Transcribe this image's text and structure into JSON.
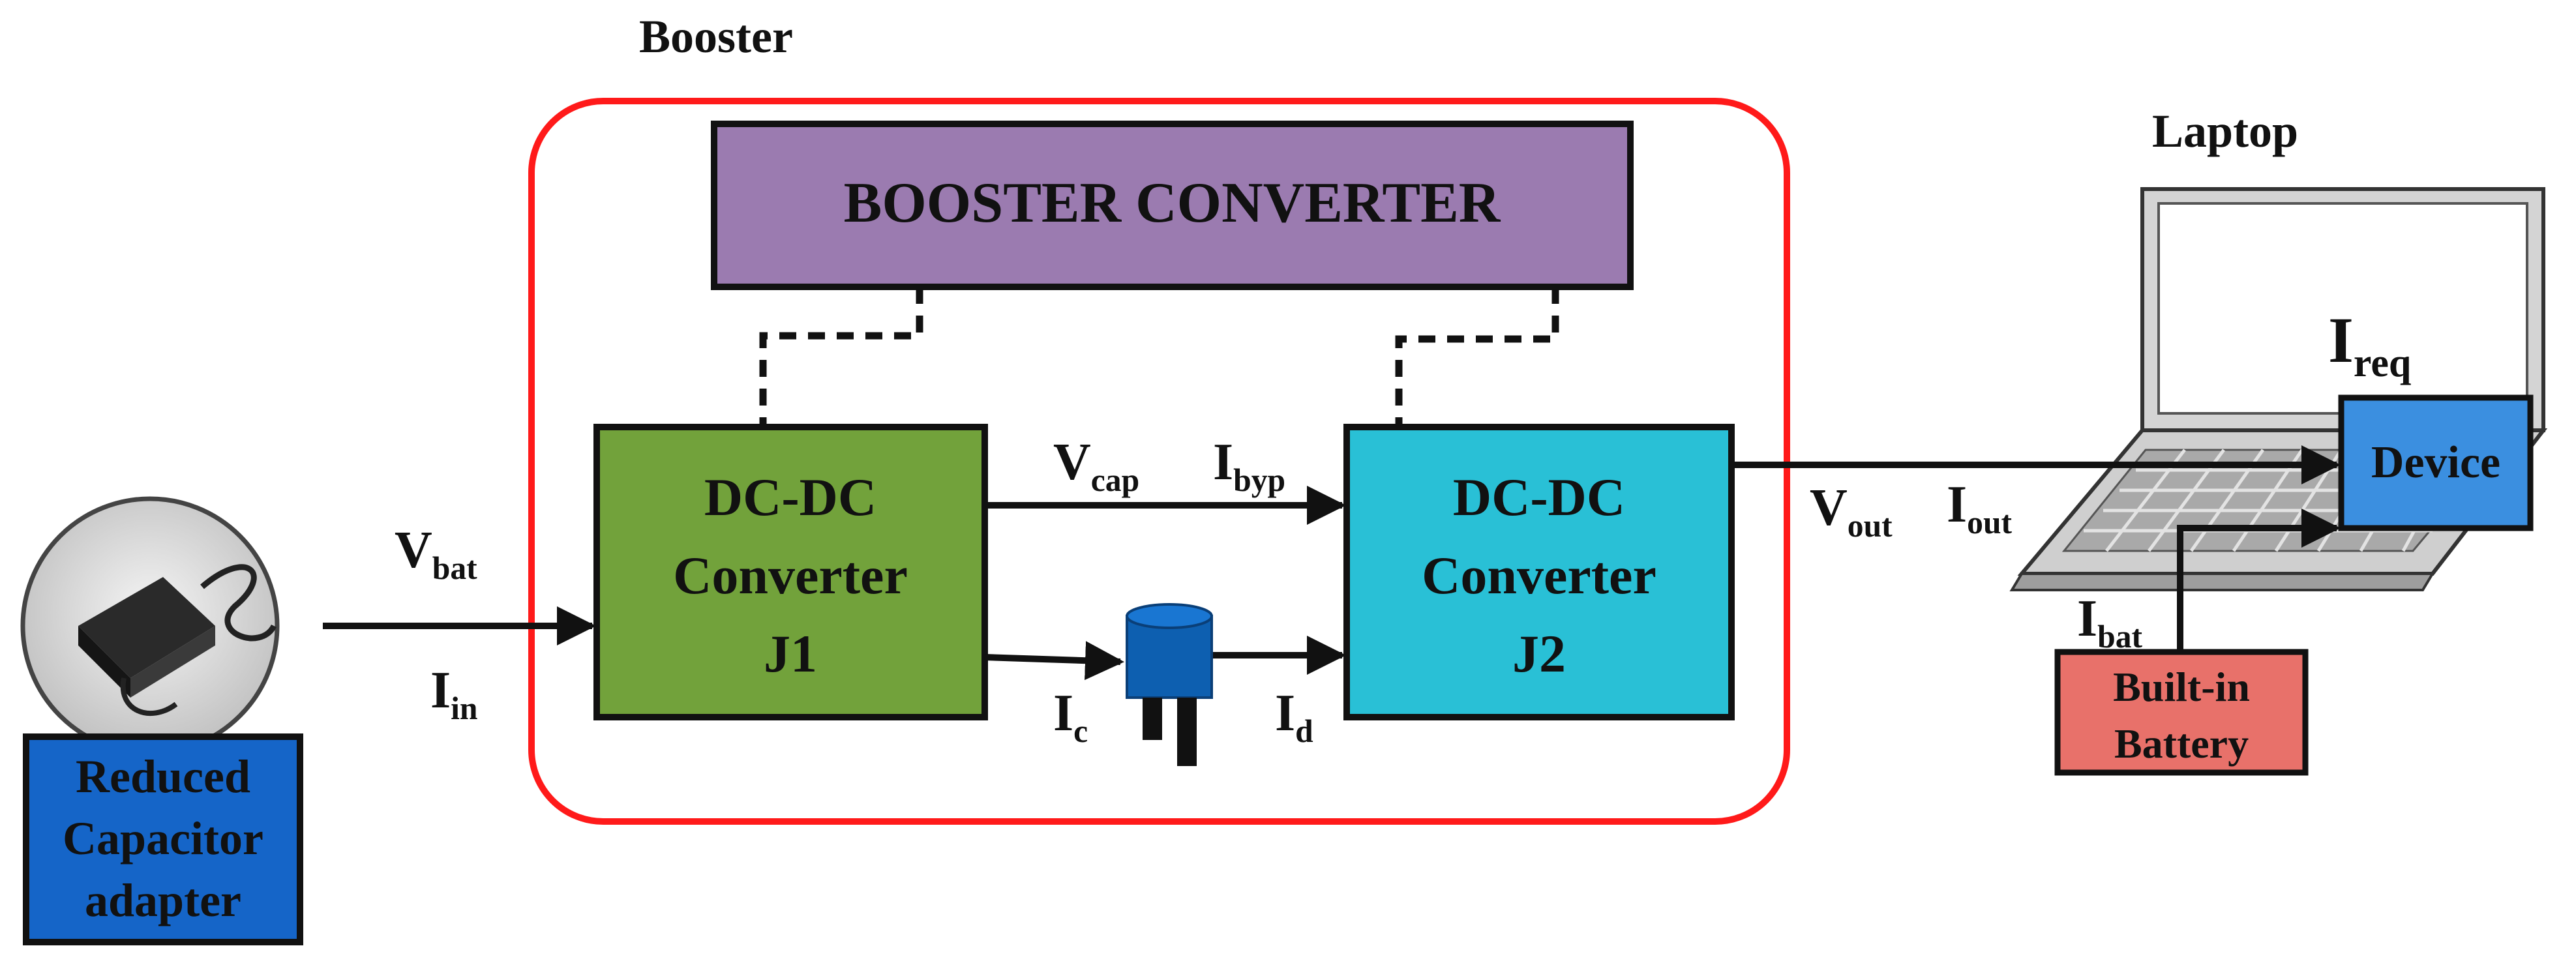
{
  "title": "Booster",
  "booster_converter": {
    "label": "BOOSTER CONVERTER",
    "color": "#9b7bb0"
  },
  "converter_j1": {
    "line1": "DC-DC",
    "line2": "Converter",
    "line3": "J1",
    "color": "#72a23b"
  },
  "converter_j2": {
    "line1": "DC-DC",
    "line2": "Converter",
    "line3": "J2",
    "color": "#29c0d6"
  },
  "adapter": {
    "line1": "Reduced",
    "line2": "Capacitor",
    "line3": "adapter",
    "color": "#1565c8"
  },
  "laptop": {
    "title": "Laptop"
  },
  "device": {
    "label": "Device",
    "color": "#3b8fe0"
  },
  "battery": {
    "line1": "Built-in",
    "line2": "Battery",
    "color": "#e8716a"
  },
  "signals": {
    "vbat": {
      "main": "V",
      "sub": "bat"
    },
    "iin": {
      "main": "I",
      "sub": "in"
    },
    "vcap": {
      "main": "V",
      "sub": "cap"
    },
    "ibyp": {
      "main": "I",
      "sub": "byp"
    },
    "ic": {
      "main": "I",
      "sub": "c"
    },
    "id": {
      "main": "I",
      "sub": "d"
    },
    "vout": {
      "main": "V",
      "sub": "out"
    },
    "iout": {
      "main": "I",
      "sub": "out"
    },
    "ireq": {
      "main": "I",
      "sub": "req"
    },
    "ibat": {
      "main": "I",
      "sub": "bat"
    }
  },
  "colors": {
    "booster_border": "#ff1a1a",
    "capacitor": "#0d5fb0"
  }
}
